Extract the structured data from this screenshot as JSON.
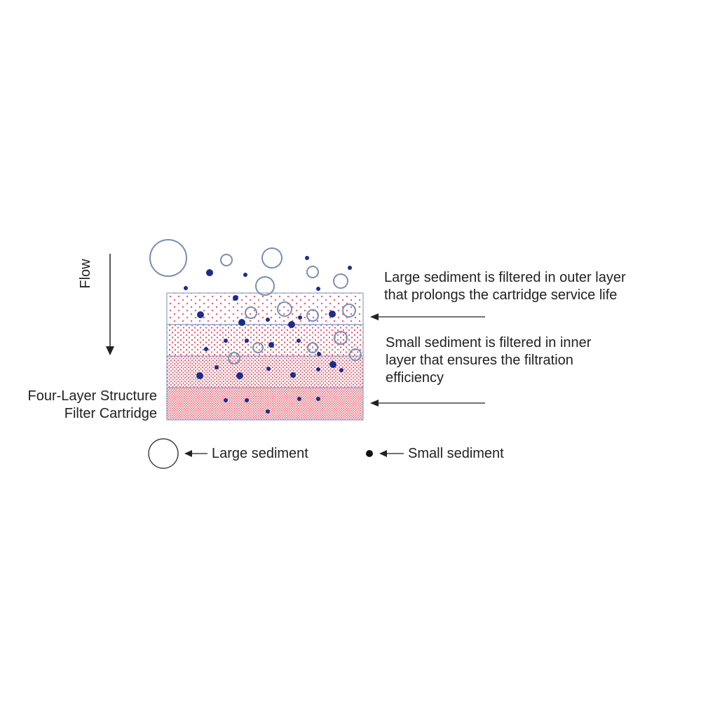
{
  "flow_label": "Flow",
  "outer_layer_note": {
    "line1": "Large sediment is filtered in outer layer",
    "line2": "that prolongs the cartridge service life"
  },
  "inner_layer_note": {
    "line1": "Small sediment is filtered in inner",
    "line2": "layer that ensures the filtration",
    "line3": "efficiency"
  },
  "cartridge_label": {
    "line1": "Four-Layer Structure",
    "line2": "Filter Cartridge"
  },
  "legend": {
    "large": "Large sediment",
    "small": "Small sediment"
  },
  "colors": {
    "large_sediment": "#7a8fb0",
    "small_sediment": "#1e2a8c",
    "layer_dots": "#e06070",
    "layer_border": "#8fa0c8",
    "arrow": "#222222"
  }
}
